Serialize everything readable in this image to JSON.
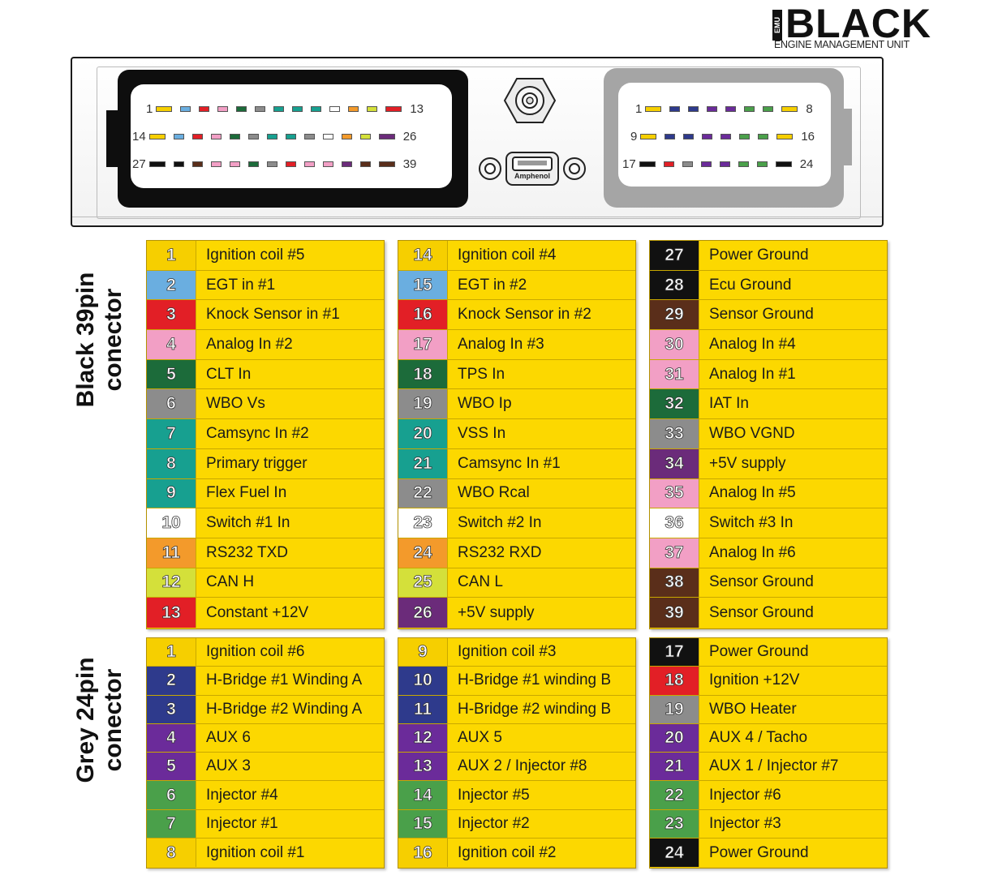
{
  "logo": {
    "emu": "EMU",
    "brand": "BLACK",
    "subtitle": "ENGINE MANAGEMENT UNIT"
  },
  "connector_labels": {
    "black": [
      "Black 39pin",
      "conector"
    ],
    "grey": [
      "Grey 24pin",
      "conector"
    ]
  },
  "ecu": {
    "black_pin_labels": {
      "r1_start": "1",
      "r1_end": "13",
      "r2_start": "14",
      "r2_end": "26",
      "r3_start": "27",
      "r3_end": "39"
    },
    "grey_pin_labels": {
      "r1_start": "1",
      "r1_end": "8",
      "r2_start": "9",
      "r2_end": "16",
      "r3_start": "17",
      "r3_end": "24"
    },
    "usb_brand": "Amphenol",
    "black_rows": [
      [
        "#f6cf00",
        "#6aaee0",
        "#e21f26",
        "#f29fc5",
        "#1c6b3a",
        "#8c8c8c",
        "#17a090",
        "#17a090",
        "#17a090",
        "#ffffff",
        "#f39a2b",
        "#d4e03a",
        "#e21f26"
      ],
      [
        "#f6cf00",
        "#6aaee0",
        "#e21f26",
        "#f29fc5",
        "#1c6b3a",
        "#8c8c8c",
        "#17a090",
        "#17a090",
        "#8c8c8c",
        "#ffffff",
        "#f39a2b",
        "#d4e03a",
        "#6b2b7a"
      ],
      [
        "#111111",
        "#111111",
        "#5a2e1a",
        "#f29fc5",
        "#f29fc5",
        "#1c6b3a",
        "#8c8c8c",
        "#e21f26",
        "#f29fc5",
        "#f29fc5",
        "#6b2b7a",
        "#5a2e1a",
        "#5a2e1a"
      ]
    ],
    "grey_rows": [
      [
        "#f6cf00",
        "#2e3a8c",
        "#2e3a8c",
        "#6b2b9a",
        "#6b2b9a",
        "#4aa04a",
        "#4aa04a",
        "#f6cf00"
      ],
      [
        "#f6cf00",
        "#2e3a8c",
        "#2e3a8c",
        "#6b2b9a",
        "#6b2b9a",
        "#4aa04a",
        "#4aa04a",
        "#f6cf00"
      ],
      [
        "#111111",
        "#e21f26",
        "#8c8c8c",
        "#6b2b9a",
        "#6b2b9a",
        "#4aa04a",
        "#4aa04a",
        "#111111"
      ]
    ]
  },
  "black39": {
    "col1": [
      {
        "n": "1",
        "label": "Ignition coil #5",
        "color": "#f6cf00"
      },
      {
        "n": "2",
        "label": "EGT in #1",
        "color": "#6aaee0"
      },
      {
        "n": "3",
        "label": "Knock Sensor in #1",
        "color": "#e21f26"
      },
      {
        "n": "4",
        "label": "Analog In #2",
        "color": "#f29fc5"
      },
      {
        "n": "5",
        "label": "CLT In",
        "color": "#1c6b3a"
      },
      {
        "n": "6",
        "label": "WBO Vs",
        "color": "#8c8c8c"
      },
      {
        "n": "7",
        "label": "Camsync In #2",
        "color": "#17a090"
      },
      {
        "n": "8",
        "label": "Primary trigger",
        "color": "#17a090"
      },
      {
        "n": "9",
        "label": "Flex Fuel In",
        "color": "#17a090"
      },
      {
        "n": "10",
        "label": "Switch #1 In",
        "color": "#ffffff"
      },
      {
        "n": "11",
        "label": "RS232 TXD",
        "color": "#f39a2b"
      },
      {
        "n": "12",
        "label": "CAN H",
        "color": "#d4e03a"
      },
      {
        "n": "13",
        "label": "Constant +12V",
        "color": "#e21f26"
      }
    ],
    "col2": [
      {
        "n": "14",
        "label": "Ignition coil #4",
        "color": "#f6cf00"
      },
      {
        "n": "15",
        "label": "EGT in #2",
        "color": "#6aaee0"
      },
      {
        "n": "16",
        "label": "Knock Sensor in #2",
        "color": "#e21f26"
      },
      {
        "n": "17",
        "label": "Analog In #3",
        "color": "#f29fc5"
      },
      {
        "n": "18",
        "label": "TPS In",
        "color": "#1c6b3a"
      },
      {
        "n": "19",
        "label": "WBO Ip",
        "color": "#8c8c8c"
      },
      {
        "n": "20",
        "label": "VSS In",
        "color": "#17a090"
      },
      {
        "n": "21",
        "label": "Camsync In #1",
        "color": "#17a090"
      },
      {
        "n": "22",
        "label": "WBO Rcal",
        "color": "#8c8c8c"
      },
      {
        "n": "23",
        "label": "Switch #2 In",
        "color": "#ffffff"
      },
      {
        "n": "24",
        "label": "RS232 RXD",
        "color": "#f39a2b"
      },
      {
        "n": "25",
        "label": "CAN L",
        "color": "#d4e03a"
      },
      {
        "n": "26",
        "label": "+5V supply",
        "color": "#6b2b7a"
      }
    ],
    "col3": [
      {
        "n": "27",
        "label": "Power Ground",
        "color": "#111111"
      },
      {
        "n": "28",
        "label": "Ecu Ground",
        "color": "#111111"
      },
      {
        "n": "29",
        "label": "Sensor Ground",
        "color": "#5a2e1a"
      },
      {
        "n": "30",
        "label": "Analog In #4",
        "color": "#f29fc5"
      },
      {
        "n": "31",
        "label": "Analog In #1",
        "color": "#f29fc5"
      },
      {
        "n": "32",
        "label": "IAT In",
        "color": "#1c6b3a"
      },
      {
        "n": "33",
        "label": "WBO VGND",
        "color": "#8c8c8c"
      },
      {
        "n": "34",
        "label": "+5V supply",
        "color": "#6b2b7a"
      },
      {
        "n": "35",
        "label": "Analog In #5",
        "color": "#f29fc5"
      },
      {
        "n": "36",
        "label": "Switch #3 In",
        "color": "#ffffff"
      },
      {
        "n": "37",
        "label": "Analog In #6",
        "color": "#f29fc5"
      },
      {
        "n": "38",
        "label": "Sensor Ground",
        "color": "#5a2e1a"
      },
      {
        "n": "39",
        "label": "Sensor Ground",
        "color": "#5a2e1a"
      }
    ]
  },
  "grey24": {
    "col1": [
      {
        "n": "1",
        "label": "Ignition coil #6",
        "color": "#f6cf00"
      },
      {
        "n": "2",
        "label": "H-Bridge #1 Winding A",
        "color": "#2e3a8c"
      },
      {
        "n": "3",
        "label": "H-Bridge #2 Winding A",
        "color": "#2e3a8c"
      },
      {
        "n": "4",
        "label": "AUX 6",
        "color": "#6b2b9a"
      },
      {
        "n": "5",
        "label": "AUX 3",
        "color": "#6b2b9a"
      },
      {
        "n": "6",
        "label": "Injector #4",
        "color": "#4aa04a"
      },
      {
        "n": "7",
        "label": "Injector #1",
        "color": "#4aa04a"
      },
      {
        "n": "8",
        "label": "Ignition coil #1",
        "color": "#f6cf00"
      }
    ],
    "col2": [
      {
        "n": "9",
        "label": "Ignition coil #3",
        "color": "#f6cf00"
      },
      {
        "n": "10",
        "label": "H-Bridge #1 winding B",
        "color": "#2e3a8c"
      },
      {
        "n": "11",
        "label": "H-Bridge #2 winding B",
        "color": "#2e3a8c"
      },
      {
        "n": "12",
        "label": "AUX 5",
        "color": "#6b2b9a"
      },
      {
        "n": "13",
        "label": "AUX 2 / Injector #8",
        "color": "#6b2b9a"
      },
      {
        "n": "14",
        "label": "Injector #5",
        "color": "#4aa04a"
      },
      {
        "n": "15",
        "label": "Injector #2",
        "color": "#4aa04a"
      },
      {
        "n": "16",
        "label": "Ignition coil #2",
        "color": "#f6cf00"
      }
    ],
    "col3": [
      {
        "n": "17",
        "label": "Power Ground",
        "color": "#111111"
      },
      {
        "n": "18",
        "label": "Ignition +12V",
        "color": "#e21f26"
      },
      {
        "n": "19",
        "label": "WBO Heater",
        "color": "#8c8c8c"
      },
      {
        "n": "20",
        "label": "AUX 4 / Tacho",
        "color": "#6b2b9a"
      },
      {
        "n": "21",
        "label": "AUX 1 / Injector #7",
        "color": "#6b2b9a"
      },
      {
        "n": "22",
        "label": "Injector #6",
        "color": "#4aa04a"
      },
      {
        "n": "23",
        "label": "Injector #3",
        "color": "#4aa04a"
      },
      {
        "n": "24",
        "label": "Power Ground",
        "color": "#111111"
      }
    ]
  }
}
